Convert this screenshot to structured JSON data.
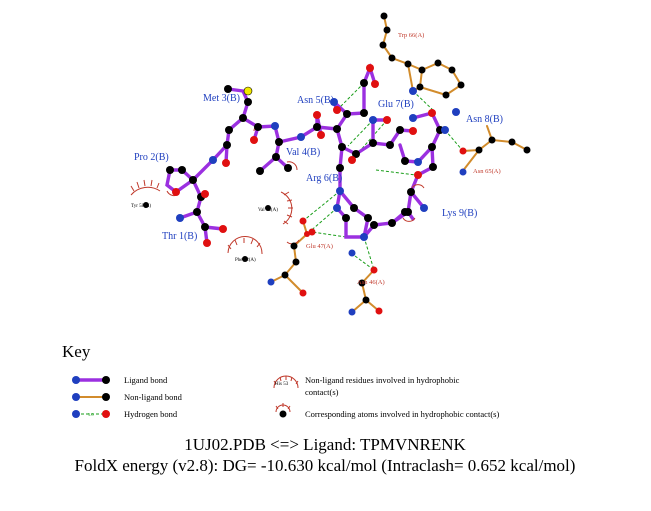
{
  "diagram": {
    "ligand_residues": [
      {
        "label": "Thr 1(B)"
      },
      {
        "label": "Pro 2(B)"
      },
      {
        "label": "Met 3(B)"
      },
      {
        "label": "Val 4(B)"
      },
      {
        "label": "Asn 5(B)"
      },
      {
        "label": "Arg 6(B)"
      },
      {
        "label": "Glu 7(B)"
      },
      {
        "label": "Asn 8(B)"
      },
      {
        "label": "Lys 9(B)"
      }
    ],
    "protein_residues": [
      {
        "label": "Trp 66(A)"
      },
      {
        "label": "Asn 65(A)"
      },
      {
        "label": "Glu 47(A)"
      },
      {
        "label": "Asn 46(A)"
      }
    ],
    "hydrophobic_residues": [
      {
        "label": "Tyr 58(A)"
      },
      {
        "label": "Val 45(A)"
      },
      {
        "label": "Phe 82(A)"
      }
    ],
    "colors": {
      "ligand_bond": "#9b30e0",
      "non_ligand_bond": "#d28c2c",
      "hydrogen_bond": "#1a9e1a",
      "nitrogen": "#1f3fbf",
      "oxygen": "#e01010",
      "carbon": "#000000",
      "sulfur": "#f2e800",
      "hydrophobic": "#c0392b"
    }
  },
  "key": {
    "title": "Key",
    "ligand_bond": "Ligand bond",
    "non_ligand_bond": "Non-ligand bond",
    "hydrogen_bond": "Hydrogen bond",
    "hbond_distance": "3.0",
    "hydrophobic_residue_sample": "His 53",
    "hydrophobic_residue_desc_1": "Non-ligand residues involved in hydrophobic",
    "hydrophobic_residue_desc_2": "contact(s)",
    "hydrophobic_atom_desc": "Corresponding atoms involved in hydrophobic contact(s)"
  },
  "caption": {
    "line1": "1UJ02.PDB <=> Ligand: TPMVNRENK",
    "line2": "FoldX energy (v2.8): DG= -10.630 kcal/mol (Intraclash= 0.652 kcal/mol)"
  }
}
